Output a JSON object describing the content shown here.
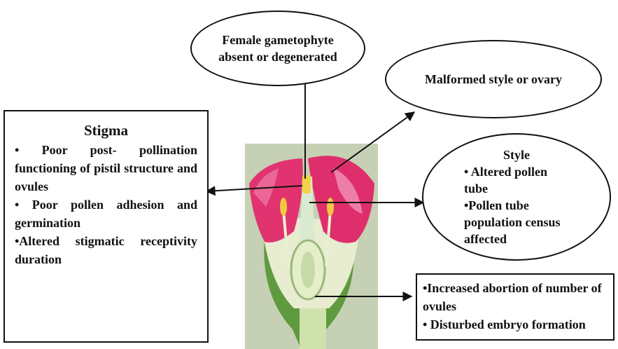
{
  "gametophyte": {
    "text": "Female gametophyte absent or degenerated"
  },
  "malformed": {
    "text": "Malformed style or ovary"
  },
  "stigma": {
    "title": "Stigma",
    "items": [
      "• Poor post- pollination functioning of pistil structure and ovules",
      "• Poor pollen adhesion and germination",
      "•Altered stigmatic receptivity duration"
    ]
  },
  "style": {
    "title": "Style",
    "items": [
      "• Altered pollen tube",
      "•Pollen tube population census affected"
    ]
  },
  "ovules": {
    "items": [
      "•Increased abortion of number of ovules",
      "• Disturbed embryo formation"
    ]
  },
  "colors": {
    "petal": "#e0336e",
    "petal_light": "#f6b3c9",
    "stem": "#c9dcaa",
    "anther": "#f0c842",
    "photo_bg": "#c9d3b8"
  }
}
